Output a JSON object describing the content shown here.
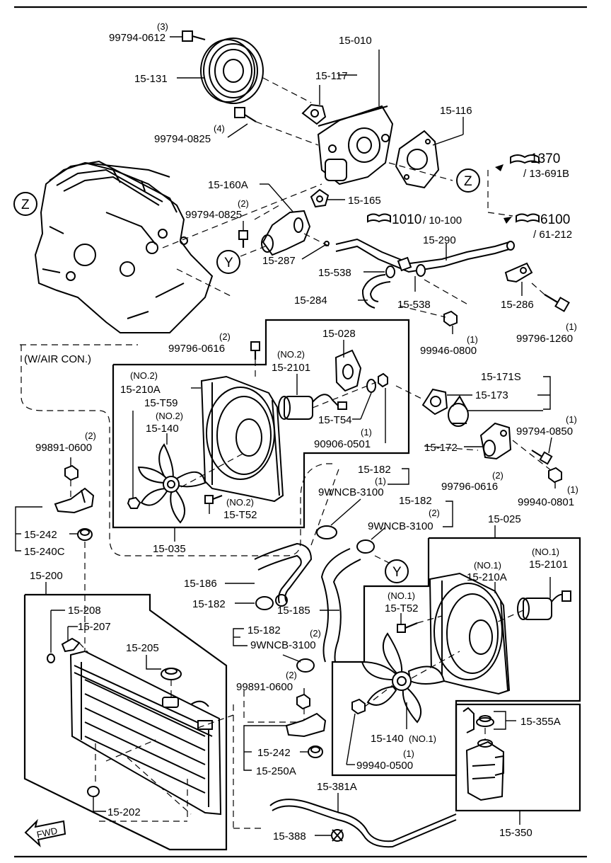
{
  "labels": {
    "l_99794_0612": "99794-0612",
    "q3": "(3)",
    "l_15_010": "15-010",
    "l_15_131": "15-131",
    "l_15_117": "15-117",
    "l_15_116": "15-116",
    "q4": "(4)",
    "l_99794_0825a": "99794-0825",
    "ref_1370": "1370",
    "ref_13_691b": "/ 13-691B",
    "z_a": "Z",
    "z_b": "Z",
    "l_15_160a": "15-160A",
    "q2a": "(2)",
    "l_99794_0825b": "99794-0825",
    "l_15_165": "15-165",
    "ref_1010": "1010",
    "ref_10_100": "/ 10-100",
    "ref_6100": "6100",
    "ref_61_212": "/ 61-212",
    "l_15_290": "15-290",
    "y_a": "Y",
    "y_b": "Y",
    "l_15_287": "15-287",
    "l_15_538a": "15-538",
    "l_15_538b": "15-538",
    "l_15_284": "15-284",
    "l_15_286": "15-286",
    "q1a": "(1)",
    "l_99796_1260": "99796-1260",
    "q1b": "(1)",
    "l_99946_0800": "99946-0800",
    "air_con": "(W/AIR  CON.)",
    "q2b": "(2)",
    "l_99796_0616a": "99796-0616",
    "l_15_028": "15-028",
    "no2a": "(NO.2)",
    "l_15_2101a": "15-2101",
    "no2b": "(NO.2)",
    "l_15_210a_a": "15-210A",
    "l_15_t59": "15-T59",
    "no2c": "(NO.2)",
    "l_15_140a": "15-140",
    "l_15_t54": "15-T54",
    "q1c": "(1)",
    "l_90906_0501": "90906-0501",
    "no2d": "(NO.2)",
    "l_15_t52a": "15-T52",
    "l_15_035": "15-035",
    "l_15_171s": "15-171S",
    "l_15_173": "15-173",
    "q1d": "(1)",
    "l_99794_0850": "99794-0850",
    "l_15_172": "15-172",
    "q2c": "(2)",
    "l_99891_0600a": "99891-0600",
    "l_15_242a": "15-242",
    "l_15_240c": "15-240C",
    "l_15_182a": "15-182",
    "q1e": "(1)",
    "l_9wncb_a": "9WNCB-3100",
    "l_15_182b": "15-182",
    "q2d": "(2)",
    "l_9wncb_b": "9WNCB-3100",
    "q2e": "(2)",
    "l_99796_0616b": "99796-0616",
    "q1f": "(1)",
    "l_99940_0801": "99940-0801",
    "l_15_025": "15-025",
    "l_15_200": "15-200",
    "l_15_186": "15-186",
    "l_15_182c": "15-182",
    "l_15_185": "15-185",
    "no1a": "(NO.1)",
    "l_15_210a_b": "15-210A",
    "no1b": "(NO.1)",
    "l_15_2101b": "15-2101",
    "no1c": "(NO.1)",
    "l_15_t52b": "15-T52",
    "l_15_208": "15-208",
    "l_15_207": "15-207",
    "l_15_182d": "15-182",
    "q2f": "(2)",
    "l_9wncb_c": "9WNCB-3100",
    "l_15_205": "15-205",
    "q2g": "(2)",
    "l_99891_0600b": "99891-0600",
    "l_15_355a": "15-355A",
    "l_15_242b": "15-242",
    "l_15_250a": "15-250A",
    "l_15_140b": "15-140",
    "no1d": "(NO.1)",
    "q1g": "(1)",
    "l_99940_0500": "99940-0500",
    "l_15_202": "15-202",
    "l_15_381a": "15-381A",
    "l_15_388": "15-388",
    "l_15_350": "15-350",
    "fwd": "FWD"
  },
  "icons": [
    "book-ref-icon",
    "arrow-right-icon",
    "fwd-arrow-icon"
  ]
}
